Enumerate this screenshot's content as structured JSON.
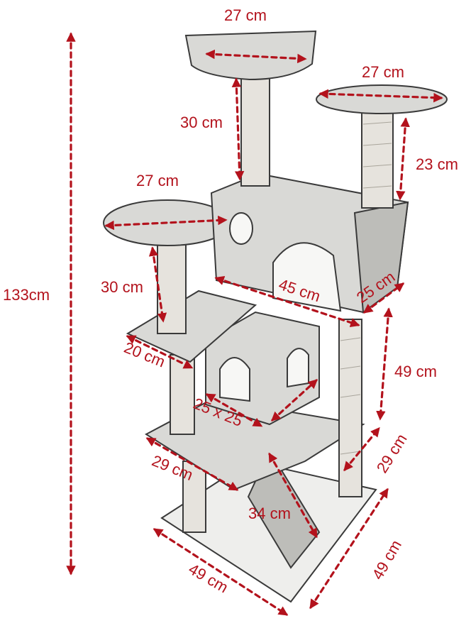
{
  "colors": {
    "dimension": "#b3121c",
    "carpet": "#d9d9d6",
    "outline": "#3a3a3a"
  },
  "labels": {
    "total_height": "133cm",
    "top_platform_width": "27 cm",
    "top_post_height": "30 cm",
    "right_platform_width": "27 cm",
    "right_post_height": "23 cm",
    "left_platform_width": "27 cm",
    "left_post_height": "30 cm",
    "house_length": "45 cm",
    "house_depth": "25 cm",
    "side_shelf_depth": "20 cm",
    "long_post_height": "49 cm",
    "cube_size": "25 x 25",
    "lower_shelf_length": "29 cm",
    "lower_shelf_depth": "29 cm",
    "ramp_length": "34 cm",
    "base_length": "49 cm",
    "base_depth": "49 cm"
  }
}
